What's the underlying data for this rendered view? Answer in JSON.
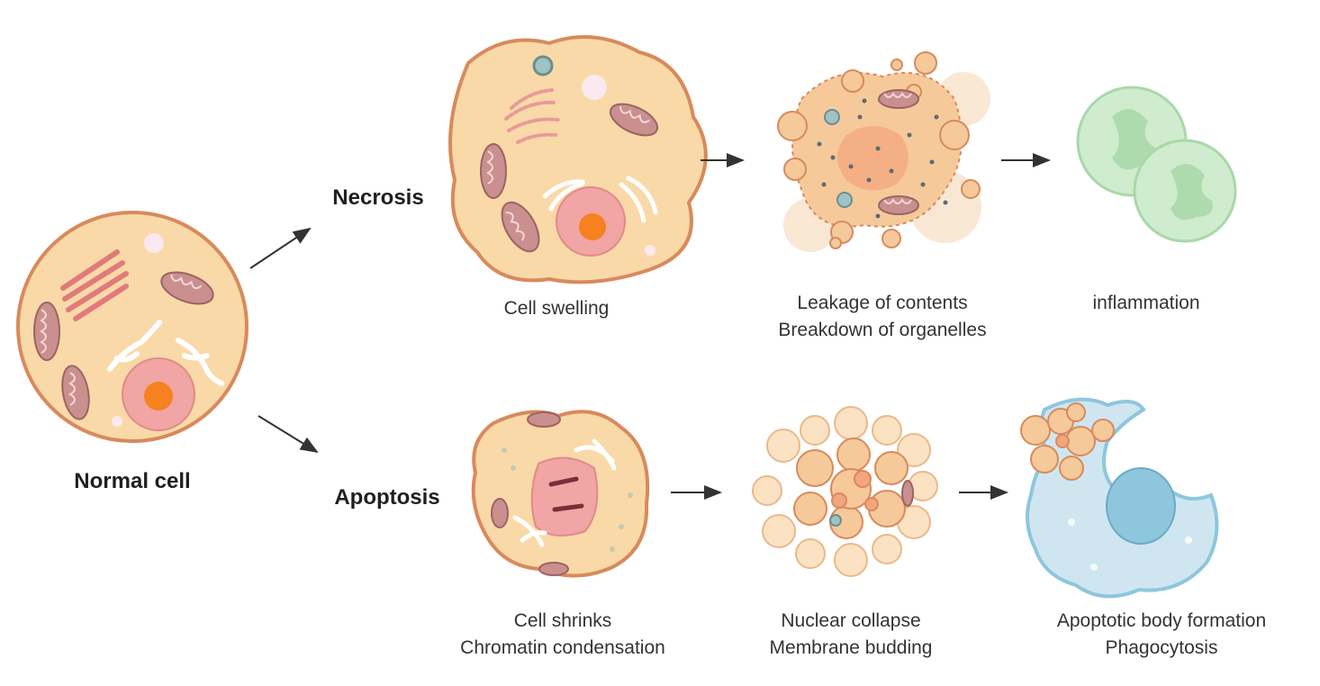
{
  "labels": {
    "normal_cell": "Normal cell",
    "necrosis": "Necrosis",
    "apoptosis": "Apoptosis",
    "cell_swelling": "Cell swelling",
    "leakage_line1": "Leakage of contents",
    "leakage_line2": "Breakdown of organelles",
    "inflammation": "inflammation",
    "shrinks_line1": "Cell shrinks",
    "shrinks_line2": "Chromatin condensation",
    "collapse_line1": "Nuclear collapse",
    "collapse_line2": "Membrane budding",
    "phago_line1": "Apoptotic body formation",
    "phago_line2": "Phagocytosis"
  },
  "colors": {
    "cytoplasm": "#f9d9a8",
    "membrane": "#d88a5c",
    "nucleus": "#f1a5a5",
    "nucleolus": "#f5821f",
    "golgi": "#e07b7b",
    "mitochondria": "#c9908f",
    "er": "#ffffff",
    "immune_cell": "#cfeccf",
    "macrophage": "#cfe6f1",
    "macrophage_nucleus": "#8ec6dd",
    "arrow": "#333333"
  }
}
